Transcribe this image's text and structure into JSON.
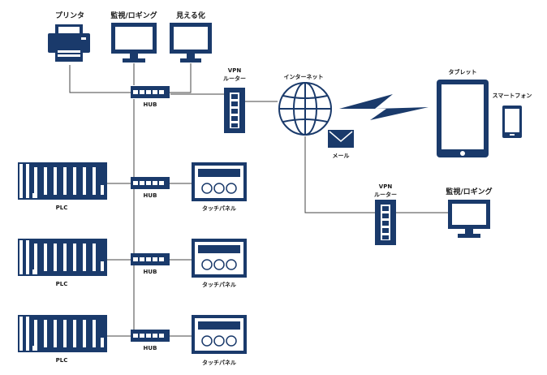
{
  "labels": {
    "printer": "プリンタ",
    "monitor_top": "監視/ロギング",
    "viewer": "見える化",
    "vpn_router_top": "VPN\nルーター",
    "internet": "インターネット",
    "mail": "メール",
    "tablet": "タブレット",
    "smartphone": "スマートフォン",
    "vpn_router_bottom": "VPN\nルーター",
    "monitor_right": "監視/ロギング",
    "hub_top": "HUB",
    "hub_1": "HUB",
    "hub_2": "HUB",
    "hub_3": "HUB",
    "plc_1": "PLC",
    "plc_2": "PLC",
    "plc_3": "PLC",
    "touch_1": "タッチパネル",
    "touch_2": "タッチパネル",
    "touch_3": "タッチパネル"
  },
  "colors": {
    "primary": "#1a3a6b",
    "wire": "#444444"
  }
}
